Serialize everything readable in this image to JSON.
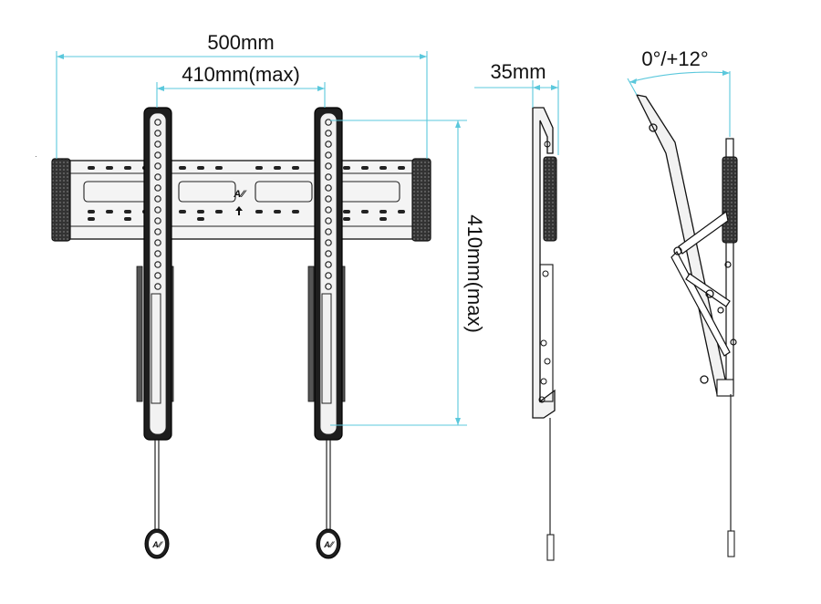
{
  "dimensions": {
    "total_width": "500mm",
    "hole_spacing_horizontal": "410mm(max)",
    "depth": "35mm",
    "tilt_range": "0°/+12°",
    "hole_spacing_vertical": "410mm(max)"
  },
  "colors": {
    "dimension_line": "#5bc8dc",
    "metal": "#222222",
    "background": "#ffffff"
  }
}
